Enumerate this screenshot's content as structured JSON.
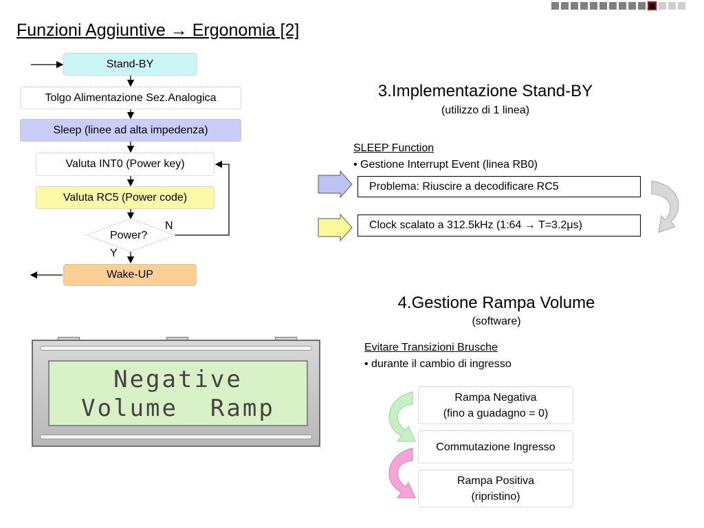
{
  "title": "Funzioni Aggiuntive → Ergonomia [2]",
  "progress": {
    "total": 14,
    "current": 11
  },
  "flowchart": {
    "standby": "Stand-BY",
    "tolgo": "Tolgo Alimentazione Sez.Analogica",
    "sleep": "Sleep (linee ad alta impedenza)",
    "valuta_int0": "Valuta INT0 (Power key)",
    "valuta_rc5": "Valuta RC5 (Power code)",
    "power": "Power?",
    "label_n": "N",
    "label_y": "Y",
    "wakeup": "Wake-UP",
    "colors": {
      "standby": "#ccf5f8",
      "sleep": "#c9cdf7",
      "rc5": "#fbf8a8",
      "wakeup": "#fccf96"
    }
  },
  "section3": {
    "heading": "3.Implementazione Stand-BY",
    "sub": "(utilizzo di 1 linea)",
    "sleep_function": "SLEEP Function",
    "bullet": "• Gestione Interrupt Event (linea RB0)",
    "problema": "Problema: Riuscire a decodificare RC5",
    "clock": "Clock scalato a 312.5kHz (1:64 → T=3.2μs)"
  },
  "section4": {
    "heading": "4.Gestione Rampa Volume",
    "sub": "(software)",
    "evitare": "Evitare Transizioni Brusche",
    "bullet": "• durante il cambio di ingresso",
    "rampa_negativa_1": "Rampa Negativa",
    "rampa_negativa_2": "(fino a guadagno = 0)",
    "commutazione": "Commutazione Ingresso",
    "rampa_positiva_1": "Rampa Positiva",
    "rampa_positiva_2": "(ripristino)"
  },
  "lcd": {
    "line1": "Negative",
    "line2": "Volume  Ramp"
  }
}
